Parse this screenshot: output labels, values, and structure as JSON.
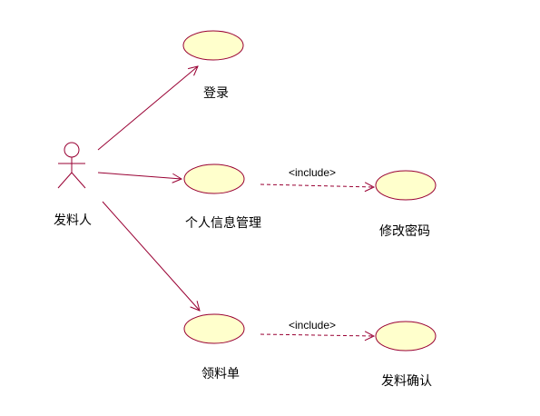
{
  "colors": {
    "line": "#990033",
    "usecase_fill": "#ffffcc",
    "usecase_stroke": "#990033",
    "text": "#000000"
  },
  "actor": {
    "name": "发料人"
  },
  "use_cases": {
    "login": {
      "label": "登录"
    },
    "personal_info": {
      "label": "个人信息管理"
    },
    "change_password": {
      "label": "修改密码"
    },
    "requisition": {
      "label": "领料单"
    },
    "issue_confirm": {
      "label": "发料确认"
    }
  },
  "relations": {
    "include_1": {
      "stereotype": "<include>"
    },
    "include_2": {
      "stereotype": "<include>"
    }
  }
}
